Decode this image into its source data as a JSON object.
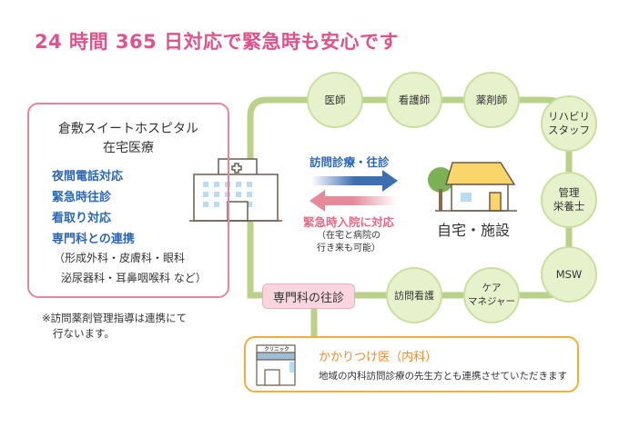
{
  "title": "24 時間 365 日対応で緊急時も安心です",
  "hospital": {
    "name": "倉敷スイートホスピタル",
    "service": "在宅医療",
    "features": [
      "夜間電話対応",
      "緊急時往診",
      "看取り対応",
      "専門科との連携"
    ],
    "departments_line1": "（形成外科・皮膚科・眼科",
    "departments_line2": "泌尿器科・耳鼻咽喉科 など）"
  },
  "note_line1": "※訪問薬剤管理指導は連携にて",
  "note_line2": "行ないます。",
  "arrows": {
    "visit": "訪問診療・往診",
    "emergency": "緊急時入院に対応",
    "emergency_note_line1": "（在宅と病院の",
    "emergency_note_line2": "行き来も可能）"
  },
  "home_label": "自宅・施設",
  "team": {
    "doctor": "医師",
    "nurse": "看護師",
    "pharmacist": "薬剤師",
    "rehab_line1": "リハビリ",
    "rehab_line2": "スタッフ",
    "dietitian_line1": "管理",
    "dietitian_line2": "栄養士",
    "msw": "MSW",
    "care_line1": "ケア",
    "care_line2": "マネジャー",
    "visit_nursing": "訪問看護"
  },
  "specialist_visit": "専門科の往診",
  "clinic": {
    "sign": "クリニック",
    "title": "かかりつけ医（内科）",
    "desc": "地域の内科訪問診療の先生方とも連携させていただきます"
  },
  "colors": {
    "title": "#e0528c",
    "blue": "#2a67b8",
    "pink": "#e66a86",
    "green": "#b9d189",
    "orange": "#f6ad3a"
  }
}
